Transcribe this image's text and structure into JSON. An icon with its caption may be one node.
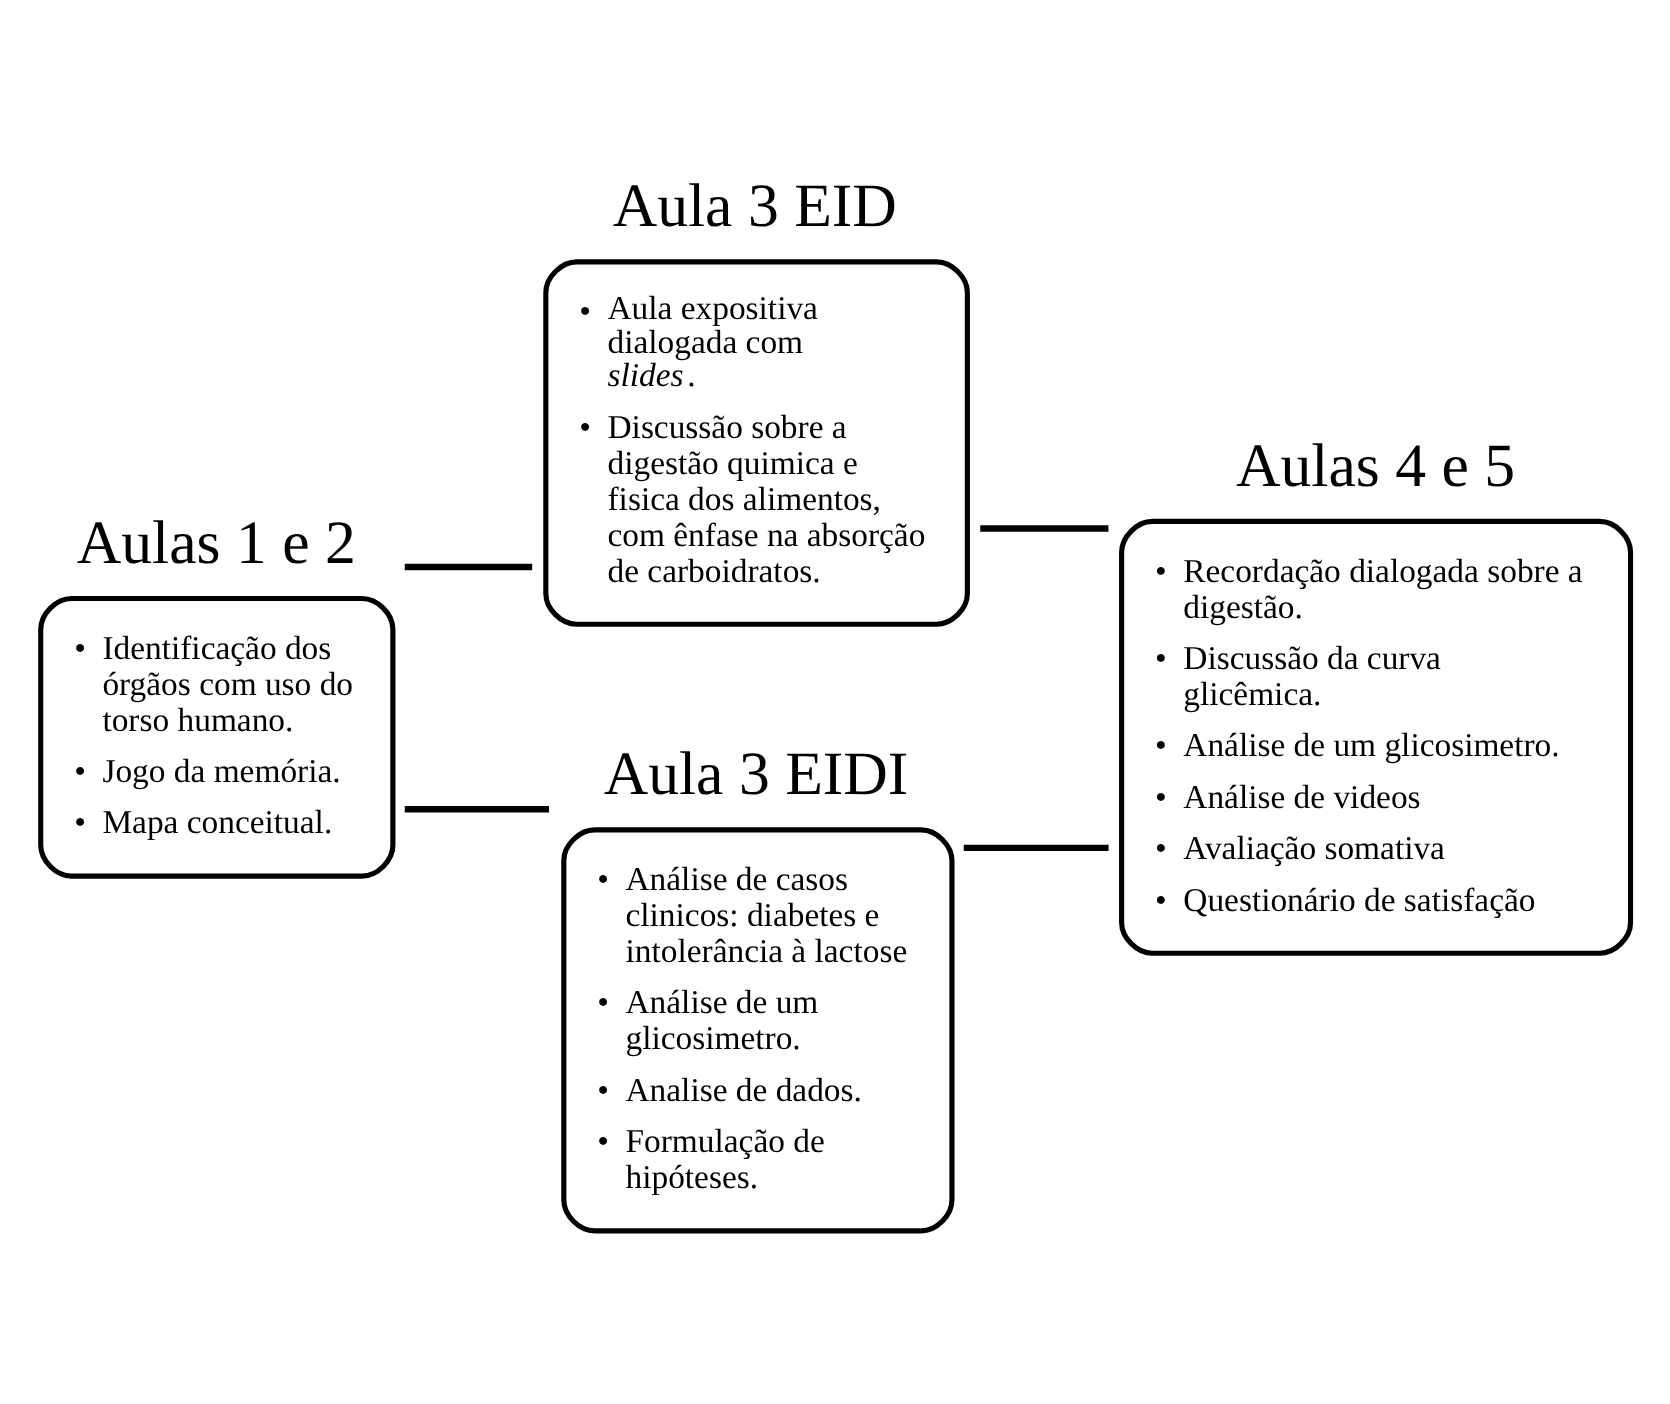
{
  "diagram": {
    "nodes": [
      {
        "text": [
          "Aulas 1 e 2",
          "• Identificação dos órgãos com uso do torso humano.",
          "• Jogo da memória.",
          "• Mapa conceitual."
        ]
      },
      {
        "text": [
          "Aula 3 EID",
          "• Aula expositiva dialogada com *slides*.",
          "• Discussão sobre a digestão quimica e fisica dos alimentos, com ênfase na absorção de carboidratos."
        ]
      },
      {
        "text": [
          "Aula 3 EIDI",
          "• Análise de casos clinicos: diabetes e intolerância à lactose",
          "• Análise de um glicosimetro.",
          "• Analise de dados.",
          "• Formulação de hipóteses."
        ]
      },
      {
        "text": [
          "Aulas 4 e 5",
          "• Recordação dialogada sobre a digestão.",
          "• Discussão da curva glicêmica.",
          "• Análise de um glicosimetro.",
          "• Análise de videos",
          "• Avaliação somativa",
          "• Questionário de satisfação"
        ]
      }
    ],
    "edges": [
      {
        "from": 0,
        "to": 1,
        "arrow": "none"
      },
      {
        "from": 0,
        "to": 2,
        "arrow": "none"
      },
      {
        "from": 1,
        "to": 3,
        "arrow": "none"
      },
      {
        "from": 2,
        "to": 3,
        "arrow": "none"
      }
    ]
  }
}
